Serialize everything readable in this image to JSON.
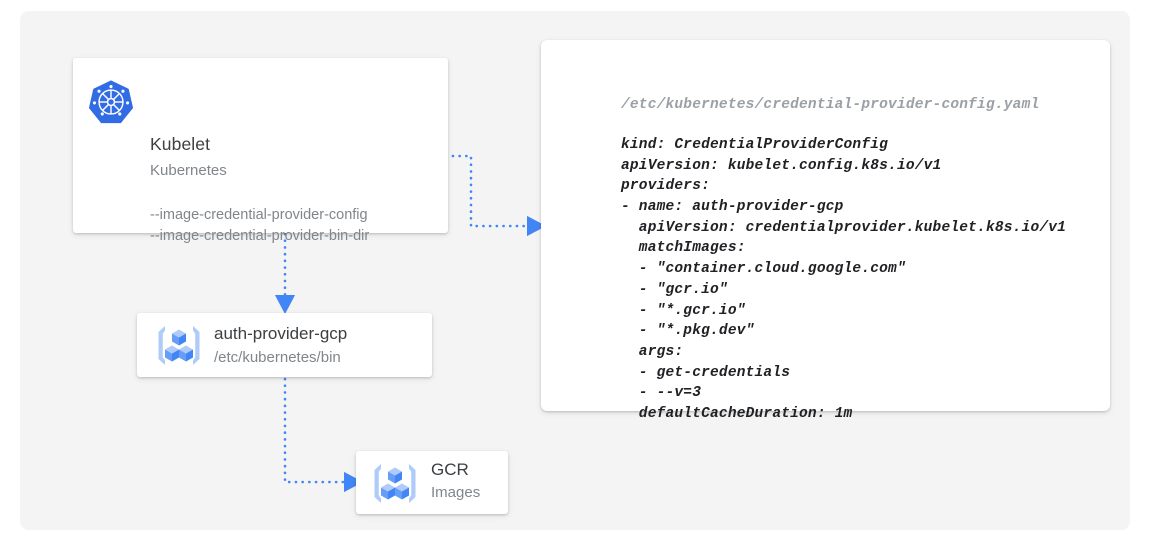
{
  "theme": {
    "page_bg": "#ffffff",
    "panel_bg": "#f4f4f4",
    "card_bg": "#ffffff",
    "accent_blue": "#4285f4",
    "connector_blue": "#4285f4",
    "text_primary": "#3c4043",
    "text_secondary": "#80868b",
    "code_text": "#202124",
    "code_filename": "#9aa0a6",
    "k8s_blue": "#326ce5"
  },
  "diagram": {
    "nodes": {
      "kubelet": {
        "icon": "kubernetes-icon",
        "title": "Kubelet",
        "subtitle": "Kubernetes",
        "flags": [
          "--image-credential-provider-config",
          "--image-credential-provider-bin-dir"
        ]
      },
      "auth_provider": {
        "icon": "container-registry-icon",
        "title": "auth-provider-gcp",
        "subtitle": "/etc/kubernetes/bin"
      },
      "gcr": {
        "icon": "container-registry-icon",
        "title": "GCR",
        "subtitle": "Images"
      }
    },
    "connectors": [
      {
        "name": "kubelet-config-to-yaml",
        "from": "kubelet.flags.0",
        "to": "yaml-card",
        "style": "dotted",
        "arrowhead": "right"
      },
      {
        "name": "kubelet-to-auth-provider",
        "from": "kubelet",
        "to": "auth_provider",
        "style": "dotted",
        "arrowhead": "down"
      },
      {
        "name": "auth-provider-to-gcr",
        "from": "auth_provider",
        "to": "gcr",
        "style": "dotted",
        "arrowhead": "right"
      }
    ]
  },
  "yaml": {
    "filename": "/etc/kubernetes/credential-provider-config.yaml",
    "lines": [
      "kind: CredentialProviderConfig",
      "apiVersion: kubelet.config.k8s.io/v1",
      "providers:",
      "- name: auth-provider-gcp",
      "  apiVersion: credentialprovider.kubelet.k8s.io/v1",
      "  matchImages:",
      "  - \"container.cloud.google.com\"",
      "  - \"gcr.io\"",
      "  - \"*.gcr.io\"",
      "  - \"*.pkg.dev\"",
      "  args:",
      "  - get-credentials",
      "  - --v=3",
      "  defaultCacheDuration: 1m"
    ]
  }
}
